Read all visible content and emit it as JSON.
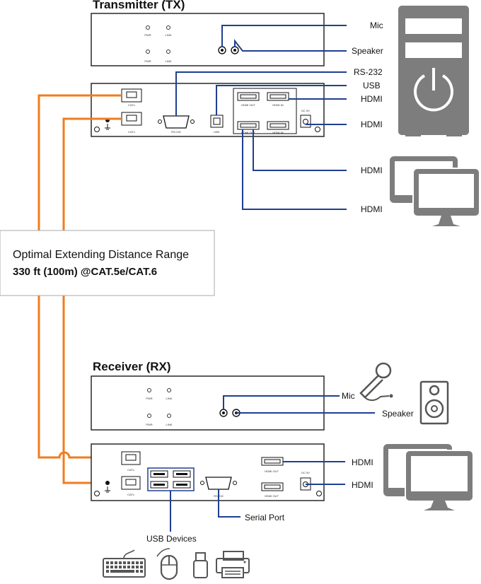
{
  "transmitter": {
    "title": "Transmitter (TX)",
    "front": {
      "led1": "PWR",
      "led2": "LINK",
      "led3": "PWR",
      "led4": "LINK"
    },
    "rear": {
      "port_catx1": "CATx",
      "port_catx2": "CATx",
      "port_rs232": "RS-232",
      "port_usb": "USB",
      "port_hdmi_out1": "HDMI OUT",
      "port_hdmi_in1": "HDMI IN",
      "port_hdmi_out2": "HDMI OUT",
      "port_hdmi_in2": "HDMI IN",
      "port_dc": "DC 5V"
    }
  },
  "receiver": {
    "title": "Receiver (RX)",
    "front": {
      "led1": "PWR",
      "led2": "LINK",
      "led3": "PWR",
      "led4": "LINK"
    },
    "rear": {
      "port_catx1": "CATx",
      "port_catx2": "CATx",
      "port_rs232": "RS-232",
      "port_hdmi_out1": "HDMI OUT",
      "port_hdmi_out2": "HDMI OUT",
      "port_dc": "DC 5V"
    }
  },
  "labels": {
    "tx_mic": "Mic",
    "tx_speaker": "Speaker",
    "tx_rs232": "RS-232",
    "tx_usb": "USB",
    "tx_hdmi1": "HDMI",
    "tx_hdmi2": "HDMI",
    "tx_hdmi3": "HDMI",
    "tx_hdmi4": "HDMI",
    "rx_mic": "Mic",
    "rx_speaker": "Speaker",
    "rx_hdmi1": "HDMI",
    "rx_hdmi2": "HDMI",
    "rx_serial": "Serial Port",
    "rx_usb_devices": "USB Devices"
  },
  "distance": {
    "line1": "Optimal Extending Distance Range",
    "line2": "330 ft (100m) @CAT.5e/CAT.6"
  },
  "colors": {
    "cable": "#f07c1e",
    "signal": "#1f3f8f",
    "icon": "#7d7d7d"
  },
  "icons": [
    "pc-tower-icon",
    "dual-monitor-icon",
    "microphone-icon",
    "speaker-icon",
    "keyboard-icon",
    "mouse-icon",
    "usb-drive-icon",
    "printer-icon"
  ]
}
